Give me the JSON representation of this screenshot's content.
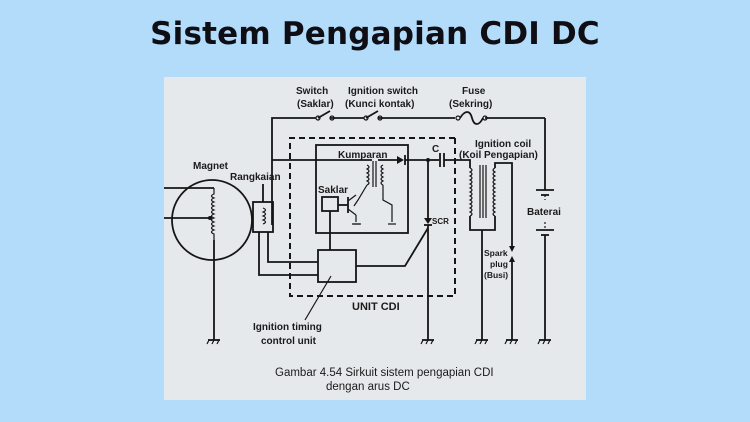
{
  "title": "Sistem Pengapian CDI DC",
  "diagram": {
    "labels": {
      "switch": "Switch",
      "switch_id": "(Saklar)",
      "ignition_switch": "Ignition switch",
      "ignition_switch_id": "(Kunci kontak)",
      "fuse": "Fuse",
      "fuse_id": "(Sekring)",
      "ignition_coil": "Ignition coil",
      "ignition_coil_id": "(Koil Pengapian)",
      "magnet": "Magnet",
      "rangkaian": "Rangkaian",
      "kumparan": "Kumparan",
      "saklar": "Saklar",
      "capacitor": "C",
      "scr": "SCR",
      "baterai": "Baterai",
      "spark": "Spark",
      "plug": "plug",
      "busi": "(Busi)",
      "unit_cdi": "UNIT CDI",
      "timing_1": "Ignition timing",
      "timing_2": "control unit"
    },
    "caption_line1": "Gambar 4.54 Sirkuit sistem pengapian CDI",
    "caption_line2": "dengan arus DC"
  }
}
